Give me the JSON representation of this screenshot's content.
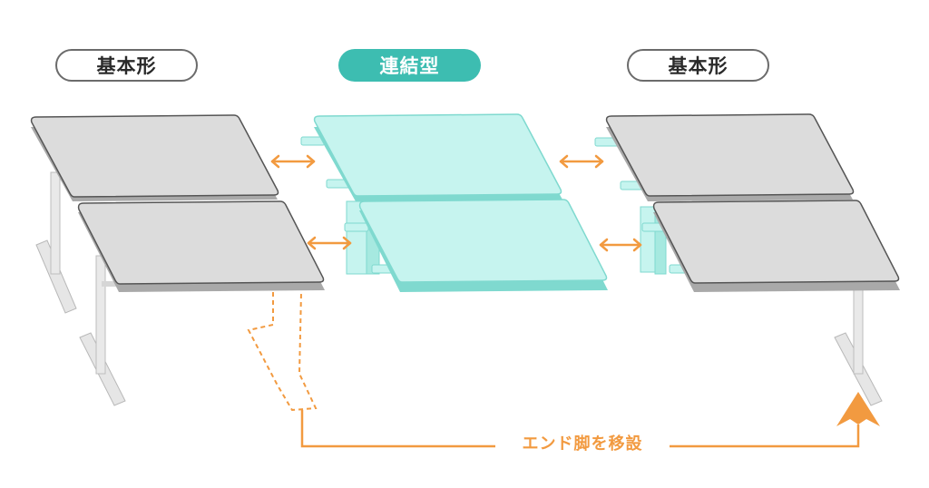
{
  "labels": {
    "left_title": "基本形",
    "center_title": "連結型",
    "right_title": "基本形",
    "move_caption": "エンド脚を移設"
  },
  "colors": {
    "gray_top": "#dcdcdc",
    "gray_edge": "#a9a9a9",
    "outline": "#555555",
    "teal_top": "#c6f4ef",
    "teal_edge": "#7fd9cf",
    "teal_label_bg": "#3dbdb1",
    "arrow_orange": "#f29a40",
    "leg_gray": "#e6e6e6"
  },
  "icons": [
    "double-arrow-icon",
    "up-arrow-icon"
  ]
}
